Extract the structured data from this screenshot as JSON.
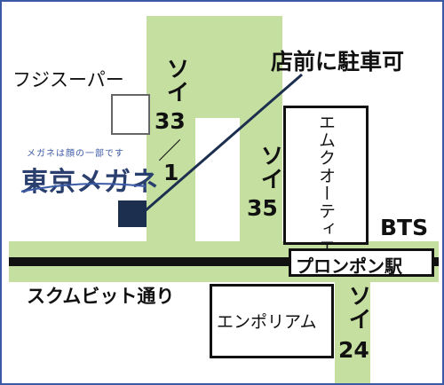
{
  "landmarks": {
    "fuji_super": "フジスーパー",
    "m_quartier": "エムクオーティエ",
    "emporium": "エンポリアム"
  },
  "roads": {
    "soi33_line1": "ソイ",
    "soi33_line2": "33",
    "soi33_slash": "／",
    "soi33_line3": "1",
    "soi35_line1": "ソイ",
    "soi35_line2": "35",
    "soi24_line1": "ソイ",
    "soi24_line2": "24",
    "sukhumvit": "スクムビット通り"
  },
  "transit": {
    "bts": "BTS",
    "station": "プロンポン駅"
  },
  "store": {
    "tagline": "メガネは顔の一部です",
    "name": "東京メガネ",
    "parking": "店前に駐車可"
  },
  "colors": {
    "road_green": "#c4dfa0",
    "store_navy": "#1d2f4f",
    "border_blue": "#3b5aa6",
    "rail_black": "#111111"
  }
}
